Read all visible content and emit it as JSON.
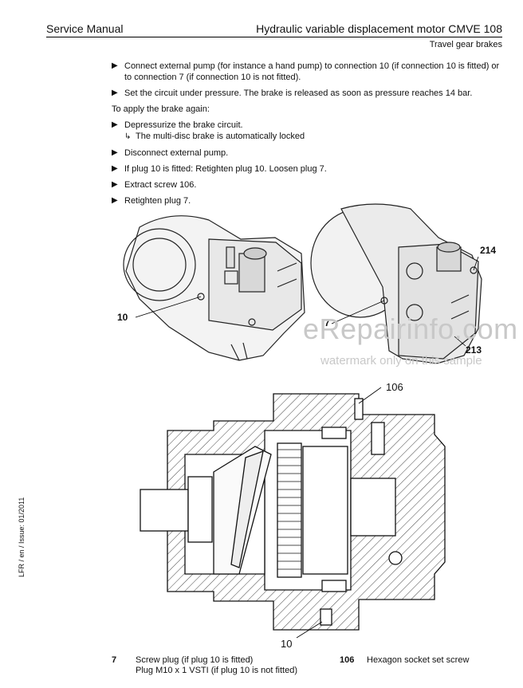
{
  "header": {
    "left": "Service Manual",
    "right": "Hydraulic variable displacement motor CMVE 108",
    "sub": "Travel gear brakes"
  },
  "steps": [
    {
      "type": "step",
      "text": "Connect external pump (for instance a hand pump) to connection 10 (if connection 10 is fitted) or to connection 7 (if connection 10 is not fitted)."
    },
    {
      "type": "step",
      "text": "Set the circuit under pressure. The brake is released as soon as pressure reaches 14 bar."
    },
    {
      "type": "plain",
      "text": "To apply the brake again:"
    },
    {
      "type": "step",
      "text": "Depressurize the brake circuit.",
      "result": "The multi-disc brake is automatically locked"
    },
    {
      "type": "step",
      "text": "Disconnect external pump."
    },
    {
      "type": "step",
      "text": "If plug 10 is fitted: Retighten plug 10. Loosen plug 7."
    },
    {
      "type": "step",
      "text": "Extract screw 106."
    },
    {
      "type": "step",
      "text": "Retighten plug 7."
    }
  ],
  "callouts": {
    "c10a": "10",
    "c7": "7",
    "c214": "214",
    "c213": "213",
    "c106": "106",
    "c10b": "10"
  },
  "watermark": {
    "main": "eRepairinfo.com",
    "sub": "watermark only on this sample"
  },
  "side_text": "LFR / en / Issue: 01/2011",
  "legend": {
    "left": {
      "num": "7",
      "lines": [
        "Screw plug (if plug 10 is fitted)",
        "Plug M10 x 1 VSTI (if plug 10 is not fitted)"
      ]
    },
    "right": {
      "num": "106",
      "lines": [
        "Hexagon socket set screw"
      ]
    }
  },
  "icons": {
    "step": "arrow-right-icon",
    "result": "result-hand-icon"
  }
}
